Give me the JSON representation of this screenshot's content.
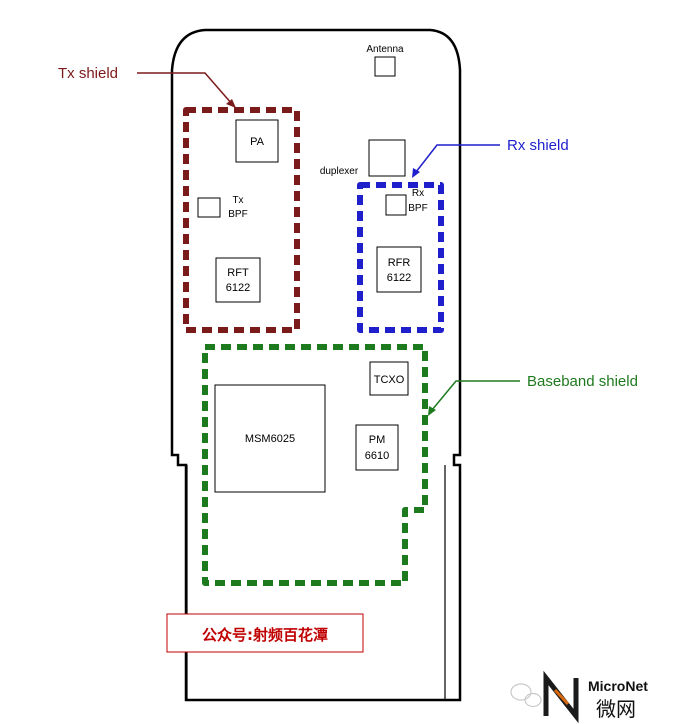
{
  "colors": {
    "tx": "#7b1a1a",
    "rx": "#1f1fcc",
    "baseband": "#1e7a1e",
    "outline": "#000000",
    "stamp": "#c00000"
  },
  "labels": {
    "antenna": "Antenna",
    "duplexer": "duplexer",
    "pa": "PA",
    "tx_bpf_1": "Tx",
    "tx_bpf_2": "BPF",
    "rft_1": "RFT",
    "rft_2": "6122",
    "rx_bpf_1": "Rx",
    "rx_bpf_2": "BPF",
    "rfr_1": "RFR",
    "rfr_2": "6122",
    "tcxo": "TCXO",
    "msm": "MSM6025",
    "pm_1": "PM",
    "pm_2": "6610"
  },
  "callouts": {
    "tx_shield": "Tx shield",
    "rx_shield": "Rx shield",
    "baseband_shield": "Baseband shield"
  },
  "stamp": "公众号:射频百花潭",
  "watermark": {
    "brand": "MicroNet",
    "brand_cn": "微网",
    "logo_text": "N"
  }
}
